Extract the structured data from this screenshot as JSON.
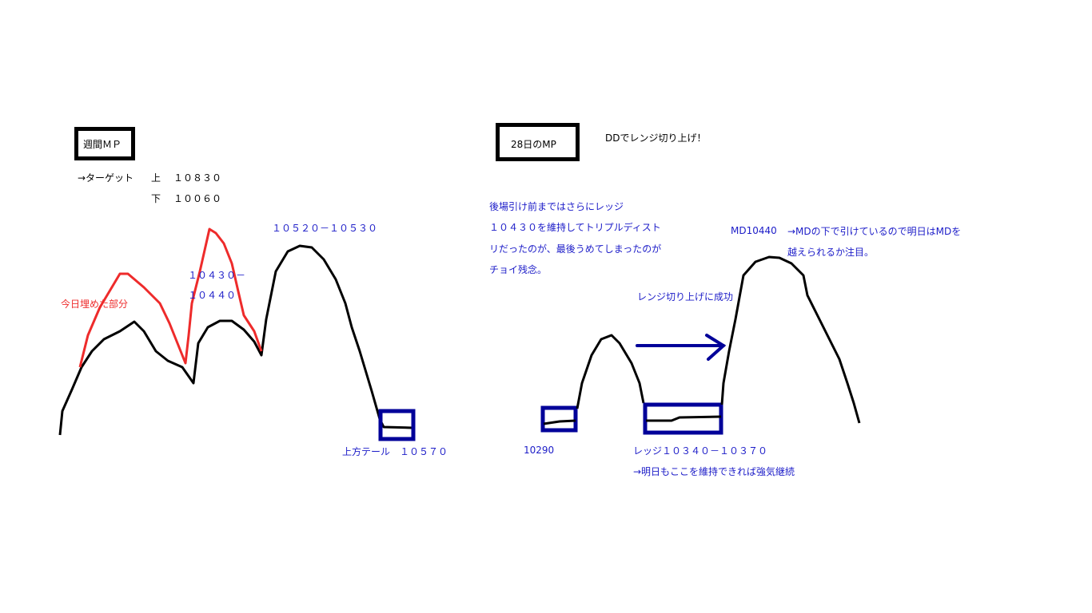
{
  "left": {
    "title": "週間ＭＰ",
    "target_label": "→ターゲット",
    "upper_label": "上",
    "upper_value": "１０８３０",
    "lower_label": "下",
    "lower_value": "１００６０",
    "peak_label": "１０５２０－１０５３０",
    "mid_label_1": "１０４３０－",
    "mid_label_2": "１０４４０",
    "filled_label": "今日埋めた部分",
    "tail_label": "上方テール　１０５７０"
  },
  "right": {
    "title": "28日のMP",
    "headline": "DDでレンジ切り上げ！",
    "note_lines": [
      "後場引け前まではさらにレッジ",
      "１０４３０を維持してトリプルディスト",
      "リだったのが、最後うめてしまったのが",
      "チョイ残念。"
    ],
    "md_label": "MD10440",
    "md_note_lines": [
      "→MDの下で引けているので明日はMDを",
      "越えられるか注目。"
    ],
    "success_label": "レンジ切り上げに成功",
    "low_label": "10290",
    "range_label": "レッジ１０３４０－１０３７０",
    "range_note": "→明日もここを維持できれば強気継続"
  },
  "colors": {
    "profile": "#000000",
    "filled": "#ee2b2b",
    "highlight": "#000099",
    "text_blue": "#1c1cc8"
  }
}
